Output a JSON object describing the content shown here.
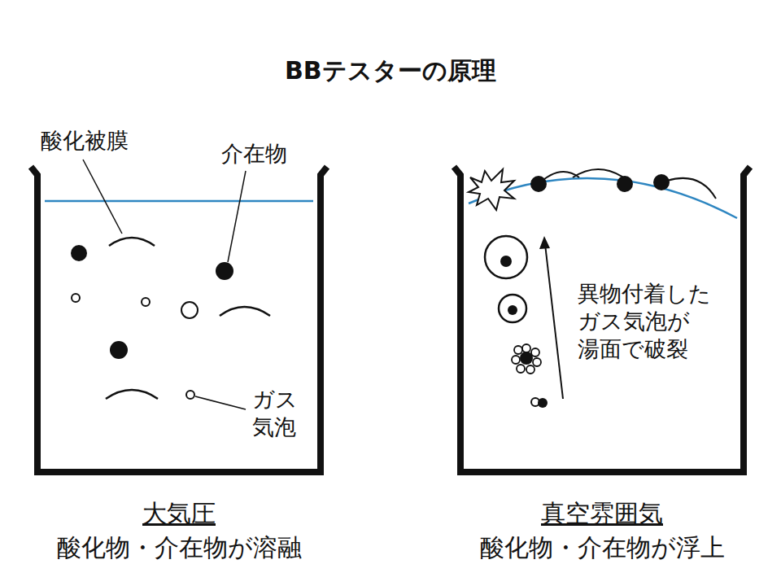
{
  "diagram": {
    "title": "BBテスターの原理",
    "labels": [
      "酸化被膜",
      "介在物",
      "ガス 気泡",
      "異物付着した ガス気泡が 湯面で破裂",
      "大気圧",
      "酸化物・介在物が溶融",
      "真空雰囲気",
      "酸化物・介在物が浮上"
    ]
  }
}
